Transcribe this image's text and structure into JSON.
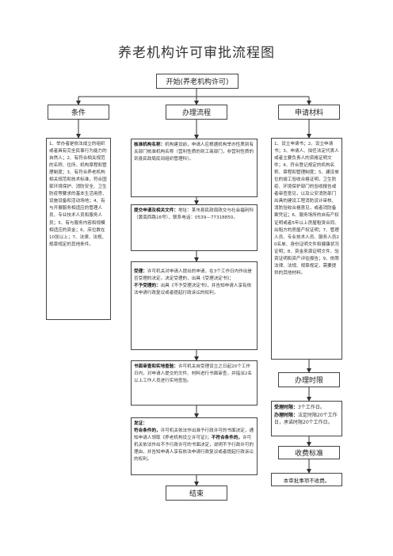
{
  "title": "养老机构许可审批流程图",
  "start": "开始(养老机构许可)",
  "columns": {
    "conditions": "条件",
    "process": "办理流程",
    "materials": "申请材料"
  },
  "conditions_text": "1、举办者是依法成立的组织或者具有完全民事行为能力的自然人；2、有符合相关规范的名称、住所、机构章程和管理制度；3、有符合养老机构相关规范和技术标准，符合国家环境保护、消防安全、卫生防疫等要求的基本生活用房、设施设备和活动场地；4、有与开展服务相适应的管理人员、专业技术人员和服务人员；5、有与服务内容和规模相适应的资金；6、床位数在10张以上；7、法律、法规、规章规定的其他条件。",
  "process_steps": [
    {
      "label": "核准机构名称：",
      "text": "机构建设前，申请人应根据机构举办性质到有关部门核准机构名称（营利性质的到工商部门，非营利性质的到县民政局民间组织管理科）。"
    },
    {
      "label": "提交申请及相关文件：",
      "text": "地址：某市县民政局政交与社会福利科（黄南西路16号），联系电话：0539—77318850。"
    },
    {
      "label": "受理：",
      "text": "许可机关对申请人提出的申请，在3个工作日内作出是否受理的决定。决定受理的，出具《受理决定书》；",
      "label2": "不予受理的：",
      "text2": "出具《不予受理决定书》，并告知申请人享有依法申请行政复议或者提起行政诉讼的权利。"
    },
    {
      "label": "书面审查和实地查验：",
      "text": "许可机关自受理设立之日起20个工作日内，对申请人提交的文件、材料进行书面审查，并指派2名以上工作人员进行实地查验。"
    },
    {
      "label": "发证：",
      "label_a": "符合条件的，",
      "text_a": "许可机关依法作出准予行政许可的书面决定，通知申请人领取《养老机构设立许可证》；",
      "label_b": "不符合条件的，",
      "text_b": "许可机关依法作出不予行政许可的书面决定，说明不予行政许可的理由，并告知申请人享有依法申请行政复议或者提起行政诉讼的权利。"
    }
  ],
  "end": "结束",
  "materials_text": "1、设立申请书；2、设立申请书；3、申请人、拟任法定代表人或者主要负责人的资格证明文件；4、符合登记规定的机构名称、章程和管理制度；5、建设单位的竣工验收合格证明，卫生防疫、环境保护部门的验收报告或者审查意见，以及公安消防部门出具的建设工程消防设计审核、消防验收合格意见，或者消防备案凭证；6、服务场所的自有产权证明或者5年以上房屋租赁合同、出租方的房屋产权证明；7、管理人员、专业技术人员、服务人员20名单、身份证明文件和健康状况证明；8、资金来源证明文件、验资证明和资产评估报告；9、依照法律、法规、规章规定，需要提供的其他材料。",
  "time_limit": {
    "heading": "办理时限",
    "label1": "受理时限：",
    "text1": "3个工作日。",
    "label2": "办理时限：",
    "text2": "法定时限20个工作日，承诺时限20个工作日。"
  },
  "fee": {
    "heading": "收费标准",
    "text": "本审批事项不收费。"
  }
}
